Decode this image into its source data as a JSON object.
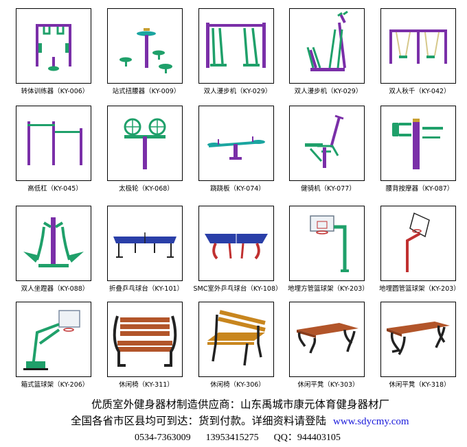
{
  "colors": {
    "purple": "#7a2fa8",
    "green": "#1fa06a",
    "teal": "#1aa5a0",
    "wood": "#b2552a",
    "blue": "#2a3fa8"
  },
  "products": [
    {
      "label": "转体训练器（KY-006）",
      "icon": "twist-trainer-icon"
    },
    {
      "label": "站式扭腰器（KY-009）",
      "icon": "waist-twister-icon"
    },
    {
      "label": "双人漫步机（KY-029）",
      "icon": "double-walker-icon"
    },
    {
      "label": "双人漫步机（KY-029）",
      "icon": "double-walker-alt-icon"
    },
    {
      "label": "双人秋千（KY-042）",
      "icon": "double-swing-icon"
    },
    {
      "label": "高低杠（KY-045）",
      "icon": "parallel-bars-icon"
    },
    {
      "label": "太极轮（KY-068）",
      "icon": "tai-chi-wheel-icon"
    },
    {
      "label": "跷跷板（KY-074）",
      "icon": "seesaw-icon"
    },
    {
      "label": "健骑机（KY-077）",
      "icon": "rider-machine-icon"
    },
    {
      "label": "腰背按摩器（KY-087）",
      "icon": "back-massager-icon"
    },
    {
      "label": "双人坐蹬器（KY-088）",
      "icon": "seated-pusher-icon"
    },
    {
      "label": "折叠乒乓球台（KY-101）",
      "icon": "folding-table-tennis-icon"
    },
    {
      "label": "SMC室外乒乓球台（KY-108）",
      "icon": "outdoor-table-tennis-icon"
    },
    {
      "label": "地埋方管篮球架（KY-203）",
      "icon": "square-basketball-stand-icon"
    },
    {
      "label": "地埋圆管篮球架（KY-203）",
      "icon": "round-basketball-stand-icon"
    },
    {
      "label": "箱式篮球架（KY-206）",
      "icon": "box-basketball-stand-icon"
    },
    {
      "label": "休闲椅（KY-311）",
      "icon": "leisure-chair-icon"
    },
    {
      "label": "休闲椅（KY-306）",
      "icon": "leisure-bench-icon"
    },
    {
      "label": "休闲平凳（KY-303）",
      "icon": "flat-bench-icon"
    },
    {
      "label": "休闲平凳（KY-318）",
      "icon": "flat-bench-alt-icon"
    }
  ],
  "footer": {
    "line1": "优质室外健身器材制造供应商：山东禹城市康元体育健身器材厂",
    "line2": "全国各省市区县均可到达：货到付款。详细资料请登陆",
    "url": "www.sdycmy.com",
    "phone1": "0534-7363009",
    "phone2": "13953415275",
    "qq": "QQ：944403105"
  }
}
